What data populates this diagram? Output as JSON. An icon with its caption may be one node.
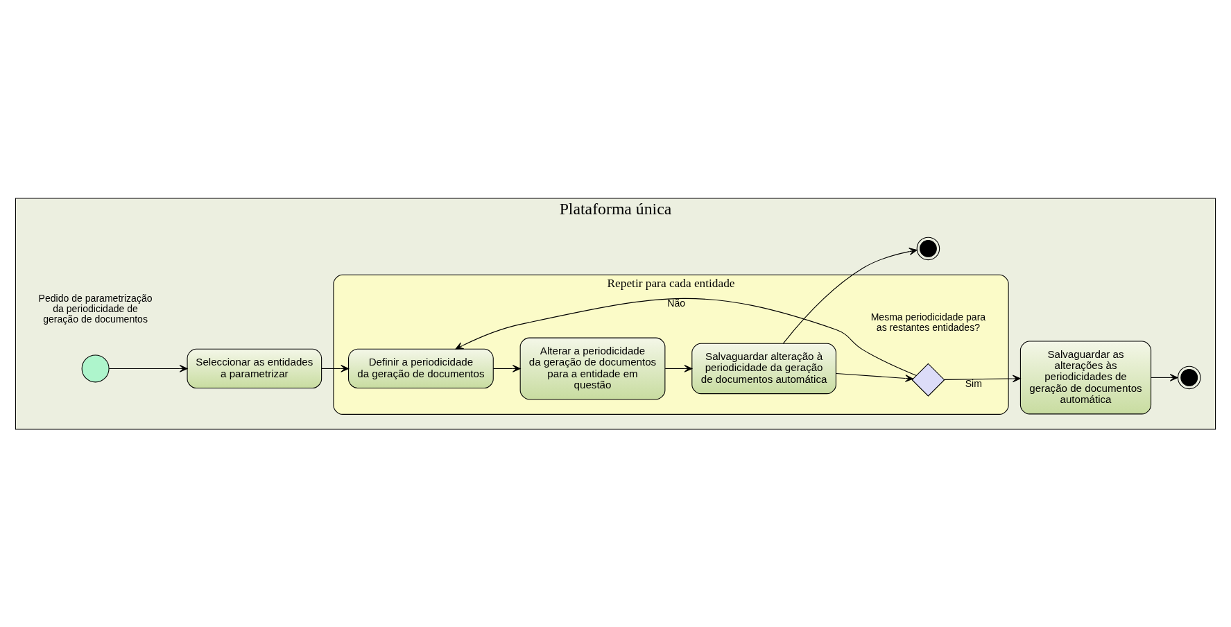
{
  "diagram": {
    "nodes": [
      {
        "text": [
          "Plataforma única"
        ]
      },
      {
        "text": [],
        "shape": "circle",
        "beside": [
          "Pedido de parametrização da periodicidade de geração de documentos"
        ],
        "in": 0
      },
      {
        "text": [
          "Seleccionar as entidades a parametrizar"
        ],
        "in": 0
      },
      {
        "text": [
          "Repetir para cada entidade"
        ],
        "in": 0
      },
      {
        "text": [
          "Definir a periodicidade da geração de documentos"
        ],
        "in": 3
      },
      {
        "text": [
          "Alterar a periodicidade da geração de documentos para a entidade em questão"
        ],
        "in": 3
      },
      {
        "text": [
          "Salvaguardar alteração à periodicidade da geração de documentos automática"
        ],
        "in": 3
      },
      {
        "text": [],
        "shape": "diamond",
        "beside": [
          "Mesma periodicidade para as restantes entidades?"
        ],
        "in": 3
      },
      {
        "text": [],
        "shape": "circle",
        "in": 0
      },
      {
        "text": [
          "Salvaguardar as alterações às periodicidades de geração de documentos automática"
        ],
        "in": 0
      },
      {
        "text": [],
        "shape": "circle",
        "in": 0
      }
    ],
    "edges": [
      {
        "from": 1,
        "to": 2,
        "arrow": "to"
      },
      {
        "from": 2,
        "to": 4,
        "arrow": "to"
      },
      {
        "from": 4,
        "to": 5,
        "arrow": "to"
      },
      {
        "from": 5,
        "to": 6,
        "arrow": "to"
      },
      {
        "from": 6,
        "to": 8,
        "arrow": "to"
      },
      {
        "from": 6,
        "to": 7,
        "arrow": "to"
      },
      {
        "from": 7,
        "to": 4,
        "arrow": "to",
        "label": "Não"
      },
      {
        "from": 7,
        "to": 9,
        "arrow": "to",
        "label": "Sim"
      },
      {
        "from": 9,
        "to": 10,
        "arrow": "to"
      }
    ]
  }
}
